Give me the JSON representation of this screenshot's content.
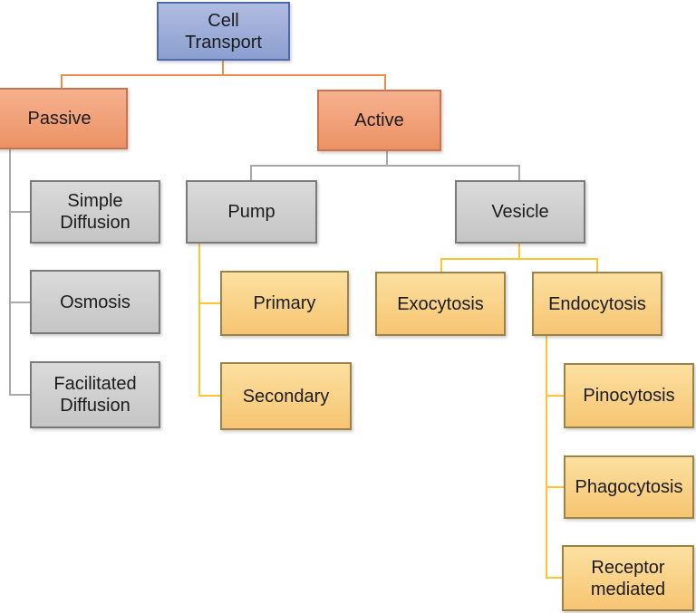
{
  "diagram": {
    "type": "tree",
    "title": "Cell Transport",
    "nodes": {
      "cell_transport": {
        "label": "Cell\nTransport",
        "level": "root",
        "fill": "#9BAAD7"
      },
      "passive": {
        "label": "Passive",
        "level": "category",
        "fill": "#F0A377"
      },
      "active": {
        "label": "Active",
        "level": "category",
        "fill": "#F0A377"
      },
      "simple_diffusion": {
        "label": "Simple\nDiffusion",
        "level": "mechanism",
        "fill": "#D0D0D0"
      },
      "osmosis": {
        "label": "Osmosis",
        "level": "mechanism",
        "fill": "#D0D0D0"
      },
      "facilitated_diffusion": {
        "label": "Facilitated\nDiffusion",
        "level": "mechanism",
        "fill": "#D0D0D0"
      },
      "pump": {
        "label": "Pump",
        "level": "mechanism",
        "fill": "#D0D0D0"
      },
      "vesicle": {
        "label": "Vesicle",
        "level": "mechanism",
        "fill": "#D0D0D0"
      },
      "primary": {
        "label": "Primary",
        "level": "subtype",
        "fill": "#F9D289"
      },
      "secondary": {
        "label": "Secondary",
        "level": "subtype",
        "fill": "#F9D289"
      },
      "exocytosis": {
        "label": "Exocytosis",
        "level": "subtype",
        "fill": "#F9D289"
      },
      "endocytosis": {
        "label": "Endocytosis",
        "level": "subtype",
        "fill": "#F9D289"
      },
      "pinocytosis": {
        "label": "Pinocytosis",
        "level": "subtype",
        "fill": "#F9D289"
      },
      "phagocytosis": {
        "label": "Phagocytosis",
        "level": "subtype",
        "fill": "#F9D289"
      },
      "receptor_mediated": {
        "label": "Receptor\nmediated",
        "level": "subtype",
        "fill": "#F9D289"
      }
    },
    "hierarchy": {
      "Cell Transport": {
        "Passive": [
          "Simple Diffusion",
          "Osmosis",
          "Facilitated Diffusion"
        ],
        "Active": {
          "Pump": [
            "Primary",
            "Secondary"
          ],
          "Vesicle": {
            "Exocytosis": [],
            "Endocytosis": [
              "Pinocytosis",
              "Phagocytosis",
              "Receptor mediated"
            ]
          }
        }
      }
    },
    "colors": {
      "root_fill": "#9BAAD7",
      "root_border": "#4E6AAE",
      "category_fill": "#F0A377",
      "category_border": "#C9744E",
      "mechanism_fill": "#D0D0D0",
      "mechanism_border": "#7A7A7A",
      "subtype_fill": "#F9D289",
      "subtype_border": "#9A8349",
      "connector_orange": "#EE8C50",
      "connector_gray": "#A8A8A8",
      "connector_gold": "#FFC334"
    }
  }
}
